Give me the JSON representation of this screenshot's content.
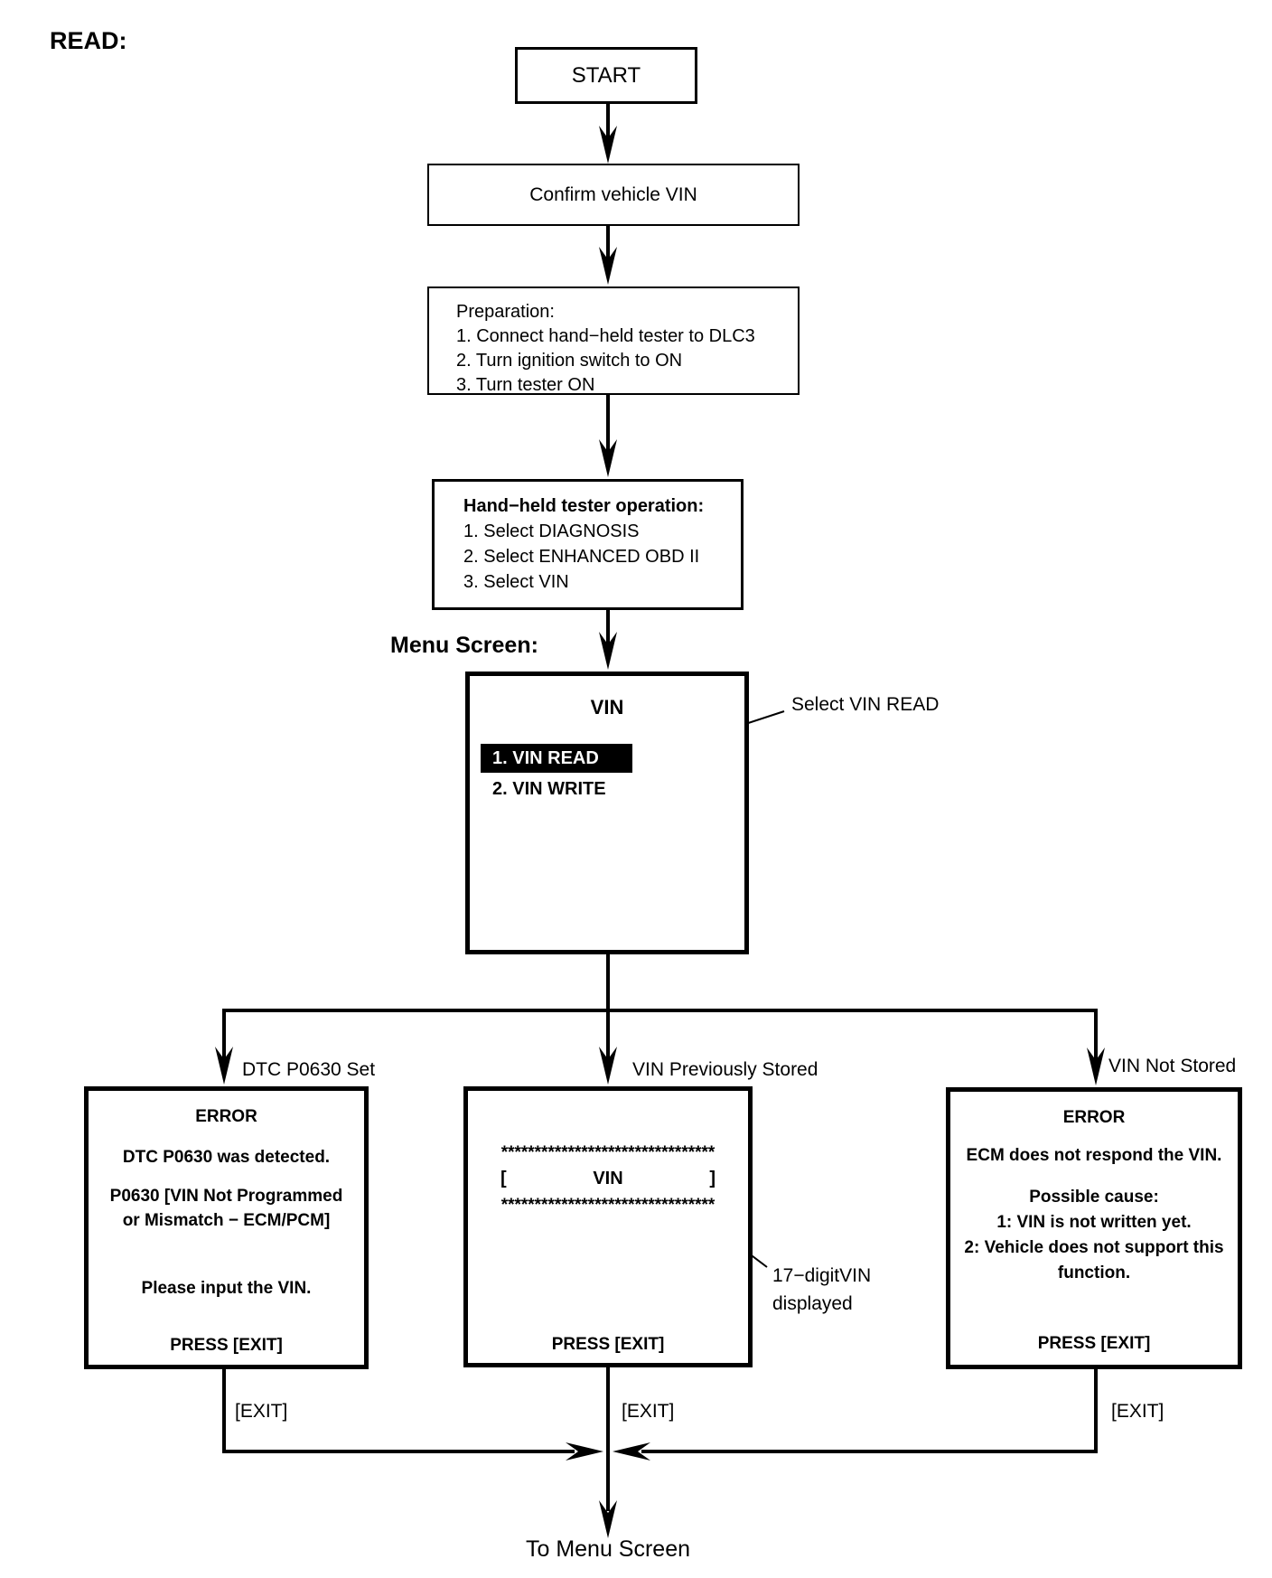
{
  "title": "READ:",
  "colors": {
    "line": "#000000",
    "highlight_bg": "#000000",
    "highlight_text": "#ffffff"
  },
  "flow": {
    "start": "START",
    "confirm_vin": "Confirm vehicle VIN",
    "preparation": {
      "title": "Preparation:",
      "steps": [
        "1. Connect hand−held tester to DLC3",
        "2. Turn ignition switch to ON",
        "3. Turn tester ON"
      ]
    },
    "tester_operation": {
      "title": "Hand−held tester operation:",
      "steps": [
        "1. Select DIAGNOSIS",
        "2. Select ENHANCED OBD II",
        "3. Select VIN"
      ]
    },
    "menu_screen_label": "Menu Screen:",
    "menu": {
      "title": "VIN",
      "item_read": "1. VIN READ",
      "item_write": "2. VIN WRITE",
      "annotation": "Select VIN READ"
    },
    "branch_left": {
      "label": "DTC P0630 Set",
      "title": "ERROR",
      "line1": "DTC P0630 was detected.",
      "line2a": "P0630  [VIN Not Programmed",
      "line2b": "or Mismatch − ECM/PCM]",
      "line3": "Please input the VIN.",
      "footer": "PRESS [EXIT]",
      "exit_label": "[EXIT]"
    },
    "branch_middle": {
      "label": "VIN Previously Stored",
      "stars": "********************************",
      "bracket_open": "[",
      "vin_text": "VIN",
      "bracket_close": "]",
      "footer": "PRESS [EXIT]",
      "exit_label": "[EXIT]",
      "annotation_line1": "17−digitVIN",
      "annotation_line2": "displayed"
    },
    "branch_right": {
      "label": "VIN Not Stored",
      "title": "ERROR",
      "line1": "ECM does not respond the VIN.",
      "line2": "Possible cause:",
      "line3": "1: VIN is not written yet.",
      "line4": "2: Vehicle does not support this",
      "line5": "function.",
      "footer": "PRESS [EXIT]",
      "exit_label": "[EXIT]"
    },
    "to_menu": "To Menu Screen"
  }
}
